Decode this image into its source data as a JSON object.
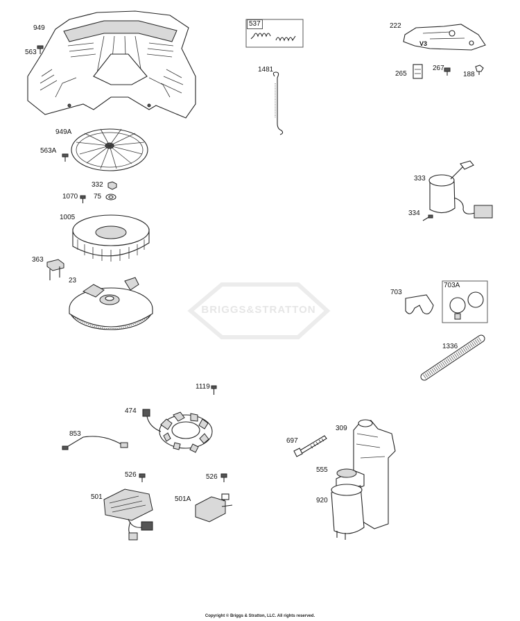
{
  "parts": [
    {
      "id": "949",
      "label": "949"
    },
    {
      "id": "563",
      "label": "563"
    },
    {
      "id": "949A",
      "label": "949A"
    },
    {
      "id": "563A",
      "label": "563A"
    },
    {
      "id": "332",
      "label": "332"
    },
    {
      "id": "1070",
      "label": "1070"
    },
    {
      "id": "75",
      "label": "75"
    },
    {
      "id": "1005",
      "label": "1005"
    },
    {
      "id": "363",
      "label": "363"
    },
    {
      "id": "23",
      "label": "23"
    },
    {
      "id": "537",
      "label": "537"
    },
    {
      "id": "1481",
      "label": "1481"
    },
    {
      "id": "222",
      "label": "222"
    },
    {
      "id": "265",
      "label": "265"
    },
    {
      "id": "267",
      "label": "267"
    },
    {
      "id": "188",
      "label": "188"
    },
    {
      "id": "333",
      "label": "333"
    },
    {
      "id": "334",
      "label": "334"
    },
    {
      "id": "703",
      "label": "703"
    },
    {
      "id": "703A",
      "label": "703A"
    },
    {
      "id": "1336",
      "label": "1336"
    },
    {
      "id": "1119",
      "label": "1119"
    },
    {
      "id": "474",
      "label": "474"
    },
    {
      "id": "853",
      "label": "853"
    },
    {
      "id": "526a",
      "label": "526"
    },
    {
      "id": "526b",
      "label": "526"
    },
    {
      "id": "501",
      "label": "501"
    },
    {
      "id": "501A",
      "label": "501A"
    },
    {
      "id": "697",
      "label": "697"
    },
    {
      "id": "309",
      "label": "309"
    },
    {
      "id": "555",
      "label": "555"
    },
    {
      "id": "920",
      "label": "920"
    }
  ],
  "bracket_mark": "V3",
  "watermark": "BRIGGS&STRATTON",
  "copyright": "Copyright © Briggs & Stratton, LLC. All rights reserved."
}
